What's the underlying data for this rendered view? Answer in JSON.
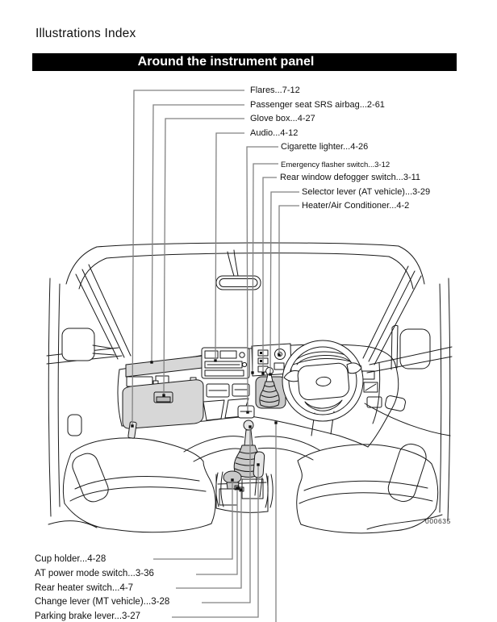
{
  "page": {
    "title": "Illustrations Index",
    "banner": "Around the instrument panel",
    "figure_number": "000635"
  },
  "callouts": {
    "top": [
      {
        "label": "Flares...7-12"
      },
      {
        "label": "Passenger seat SRS airbag...2-61"
      },
      {
        "label": "Glove box...4-27"
      },
      {
        "label": "Audio...4-12"
      },
      {
        "label": "Cigarette lighter...4-26"
      },
      {
        "label": "Emergency flasher switch...3-12"
      },
      {
        "label": "Rear window defogger switch...3-11"
      },
      {
        "label": "Selector lever (AT vehicle)...3-29"
      },
      {
        "label": "Heater/Air Conditioner...4-2"
      }
    ],
    "bottom": [
      {
        "label": "Cup holder...4-28"
      },
      {
        "label": "AT power mode switch...3-36"
      },
      {
        "label": "Rear heater switch...4-7"
      },
      {
        "label": "Change lever (MT vehicle)...3-28"
      },
      {
        "label": "Parking brake lever...3-27"
      }
    ]
  }
}
